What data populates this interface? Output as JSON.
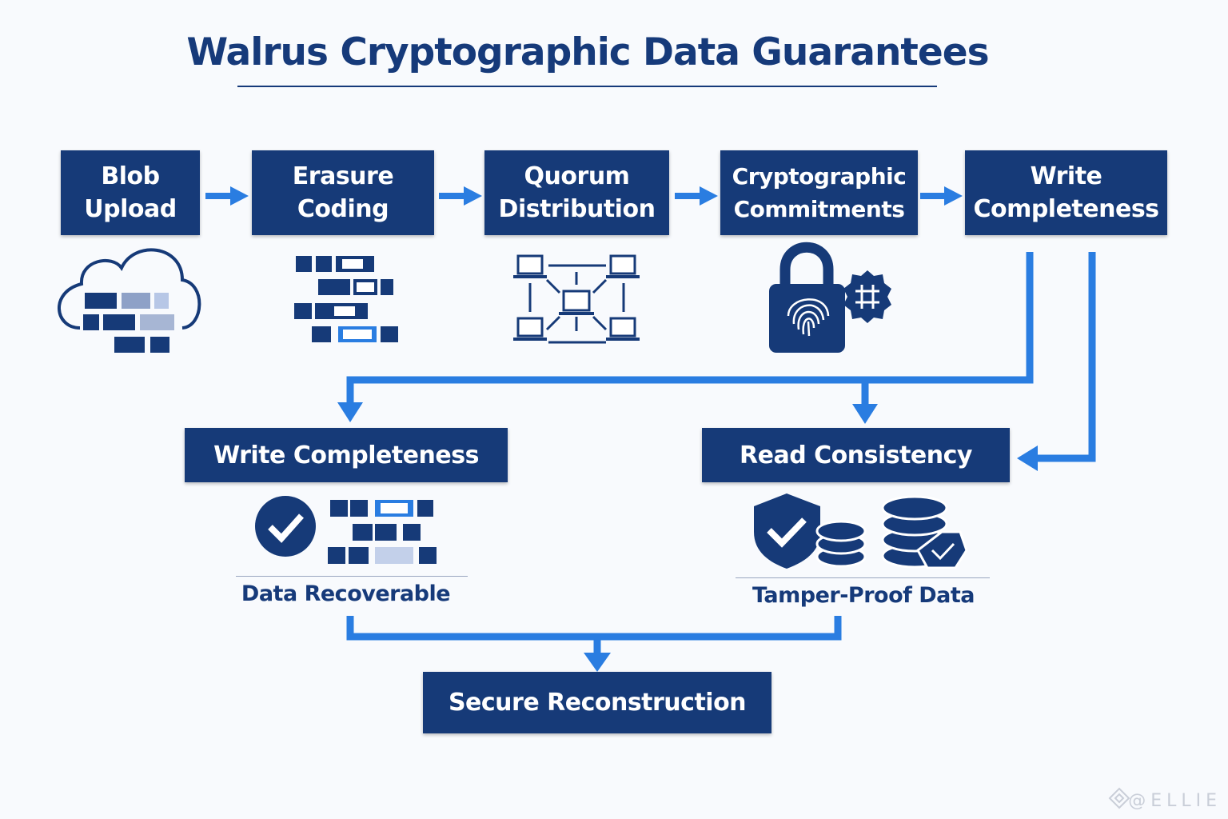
{
  "title": "Walrus Cryptographic Data Guarantees",
  "top_row": [
    {
      "line1": "Blob",
      "line2": "Upload",
      "icon": "cloud-blocks-icon"
    },
    {
      "line1": "Erasure",
      "line2": "Coding",
      "icon": "coded-blocks-icon"
    },
    {
      "line1": "Quorum",
      "line2": "Distribution",
      "icon": "network-nodes-icon"
    },
    {
      "line1": "Cryptographic",
      "line2": "Commitments",
      "icon": "fingerprint-lock-icon"
    },
    {
      "line1": "Write",
      "line2": "Completeness",
      "icon": ""
    }
  ],
  "middle_row": {
    "left": {
      "label": "Write Completeness",
      "caption": "Data Recoverable",
      "icons": [
        "check-circle-icon",
        "blocks-grid-icon"
      ]
    },
    "right": {
      "label": "Read Consistency",
      "caption": "Tamper-Proof Data",
      "icons": [
        "shield-check-icon",
        "database-check-icon"
      ]
    }
  },
  "bottom": {
    "label": "Secure Reconstruction"
  },
  "watermark": "@ELLIE",
  "colors": {
    "box": "#163a78",
    "arrow": "#2a7de1",
    "title": "#163a7a",
    "background": "#f8fafd"
  }
}
